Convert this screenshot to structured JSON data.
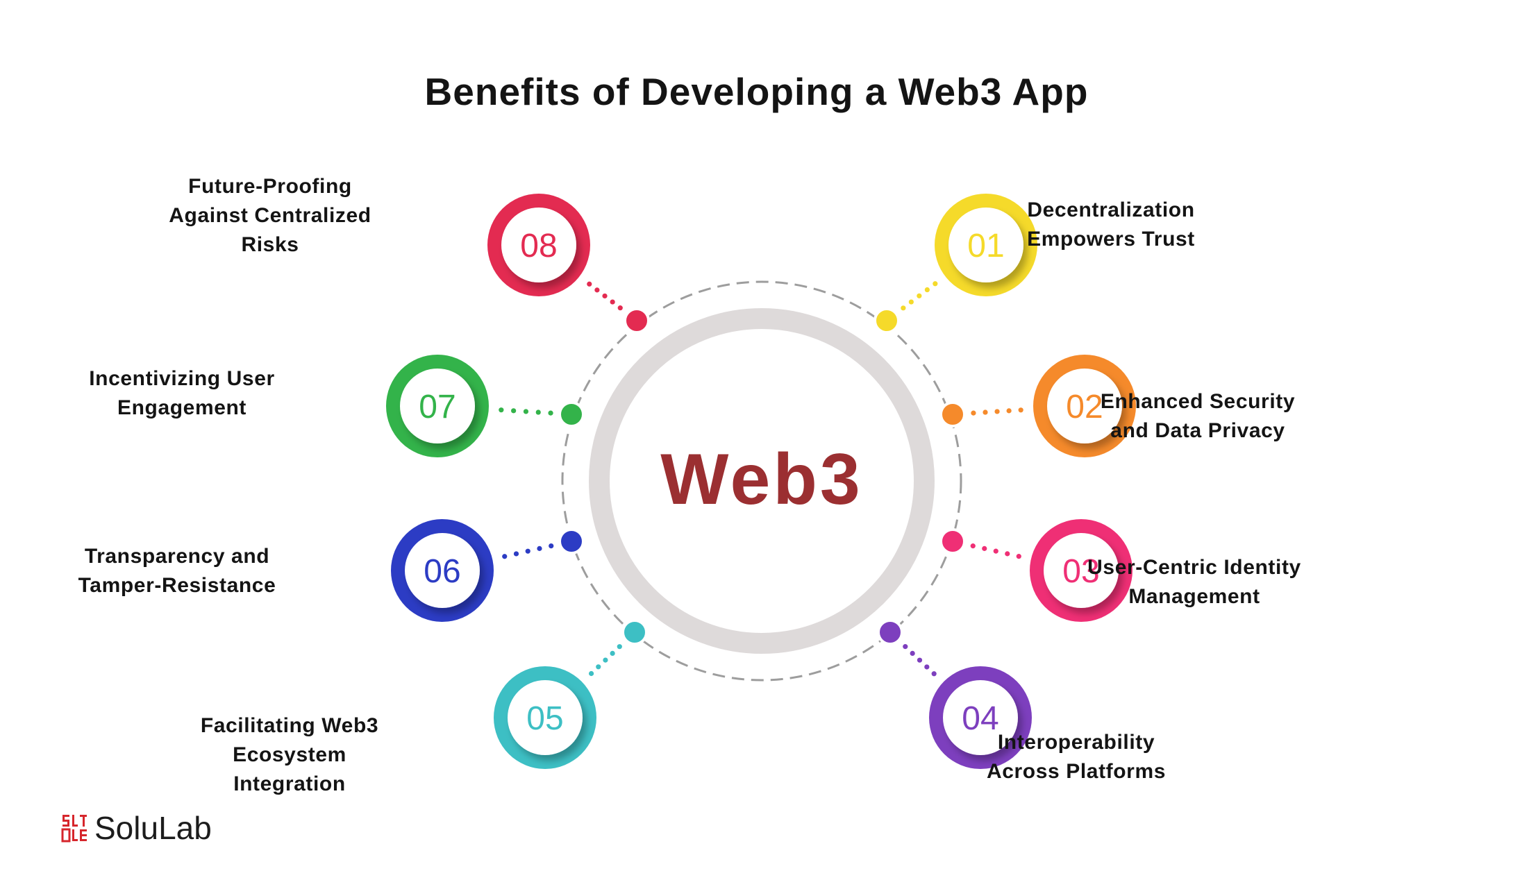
{
  "title": "Benefits of Developing a Web3 App",
  "center_label": "Web3",
  "colors": {
    "center_text": "#9b2f31",
    "ring": "#dedada",
    "dashed_ring": "#9d9d9d"
  },
  "benefits": [
    {
      "number": "01",
      "label": "Decentralization Empowers Trust",
      "color": "#f5da2a"
    },
    {
      "number": "02",
      "label": "Enhanced Security and Data Privacy",
      "color": "#f58a2b"
    },
    {
      "number": "03",
      "label": "User-Centric Identity Management",
      "color": "#ef2f75"
    },
    {
      "number": "04",
      "label": "Interoperability Across Platforms",
      "color": "#7d3fbe"
    },
    {
      "number": "05",
      "label": "Facilitating Web3 Ecosystem Integration",
      "color": "#3dbfc4"
    },
    {
      "number": "06",
      "label": "Transparency and Tamper-Resistance",
      "color": "#2c3cc4"
    },
    {
      "number": "07",
      "label": "Incentivizing User Engagement",
      "color": "#33b34a"
    },
    {
      "number": "08",
      "label": "Future-Proofing Against Centralized Risks",
      "color": "#e32b51"
    }
  ],
  "logo": {
    "text": "SoluLab",
    "mark_color": "#d6262c"
  }
}
